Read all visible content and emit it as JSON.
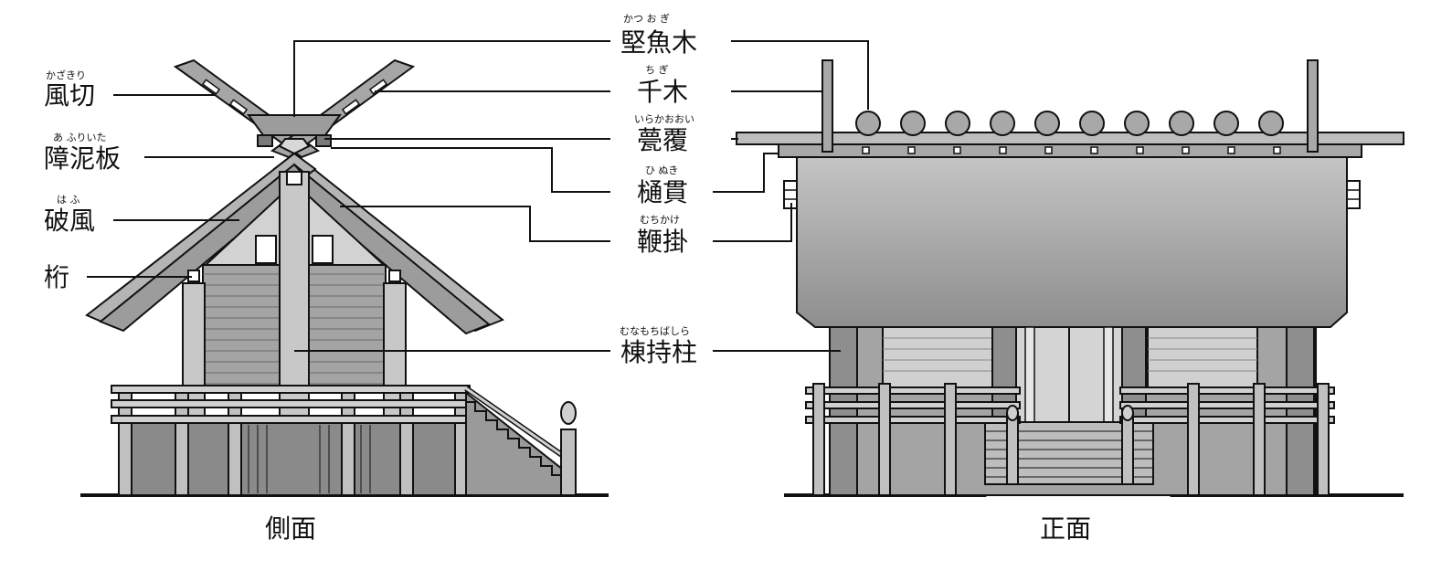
{
  "left_labels": [
    {
      "id": "kazakiri",
      "text": "風切",
      "ruby": "かざきり"
    },
    {
      "id": "aoriita",
      "text": "障泥板",
      "ruby": "あ ふりいた"
    },
    {
      "id": "hafu",
      "text": "破風",
      "ruby": "は ふ"
    },
    {
      "id": "keta",
      "text": "桁",
      "ruby": ""
    }
  ],
  "center_labels": [
    {
      "id": "katsuogi",
      "text": "堅魚木",
      "ruby": "かつ お ぎ"
    },
    {
      "id": "chigi",
      "text": "千木",
      "ruby": "ち ぎ"
    },
    {
      "id": "iraka",
      "text": "甍覆",
      "ruby": "いらかおおい"
    },
    {
      "id": "hinuki",
      "text": "樋貫",
      "ruby": "ひ ぬき"
    },
    {
      "id": "muchikake",
      "text": "鞭掛",
      "ruby": "むちかけ"
    },
    {
      "id": "munamochi",
      "text": "棟持柱",
      "ruby": "むなもちばしら"
    }
  ],
  "captions": {
    "side": "側面",
    "front": "正面"
  },
  "colors": {
    "line": "#111111",
    "light": "#c8c8c8",
    "mid": "#a8a8a8",
    "dark": "#8a8a8a"
  }
}
